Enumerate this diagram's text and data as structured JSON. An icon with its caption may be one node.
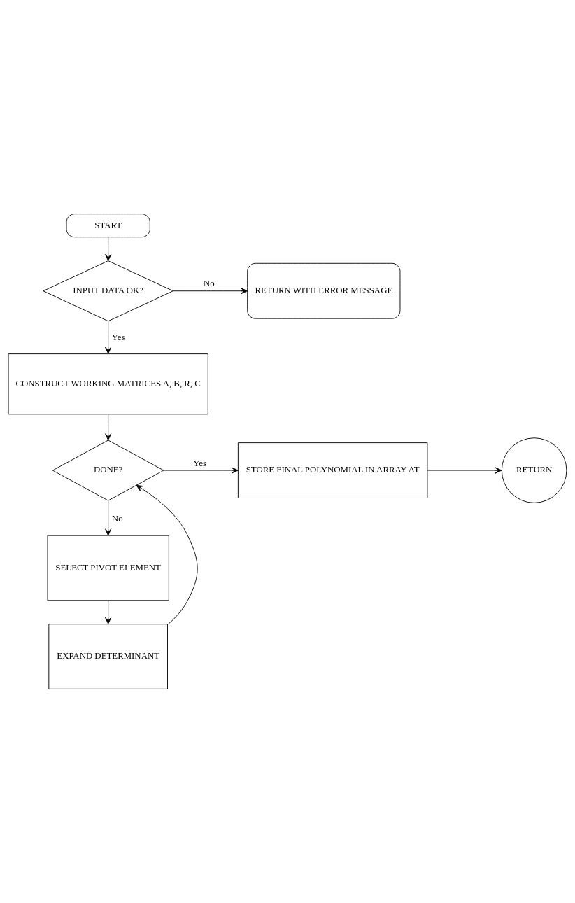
{
  "diagram": {
    "nodes": [
      {
        "text": [
          "START"
        ]
      },
      {
        "text": [
          "INPUT DATA OK?"
        ]
      },
      {
        "text": [
          "RETURN WITH ERROR MESSAGE"
        ]
      },
      {
        "text": [
          "CONSTRUCT WORKING MATRICES A, B, R, C"
        ]
      },
      {
        "text": [
          "DONE?"
        ]
      },
      {
        "text": [
          "STORE FINAL POLYNOMIAL IN ARRAY AT"
        ]
      },
      {
        "text": [
          "RETURN"
        ]
      },
      {
        "text": [
          "SELECT PIVOT ELEMENT"
        ]
      },
      {
        "text": [
          "EXPAND DETERMINANT"
        ]
      }
    ],
    "edges": [
      {
        "from": 0,
        "to": 1,
        "arrow": "to"
      },
      {
        "from": 1,
        "to": 2,
        "arrow": "to",
        "label": "No"
      },
      {
        "from": 1,
        "to": 3,
        "arrow": "to",
        "label": "Yes"
      },
      {
        "from": 3,
        "to": 4,
        "arrow": "to"
      },
      {
        "from": 4,
        "to": 5,
        "arrow": "to",
        "label": "Yes"
      },
      {
        "from": 5,
        "to": 6,
        "arrow": "to"
      },
      {
        "from": 4,
        "to": 7,
        "arrow": "to",
        "label": "No"
      },
      {
        "from": 7,
        "to": 8,
        "arrow": "to"
      },
      {
        "from": 8,
        "to": 4,
        "arrow": "to"
      }
    ]
  }
}
